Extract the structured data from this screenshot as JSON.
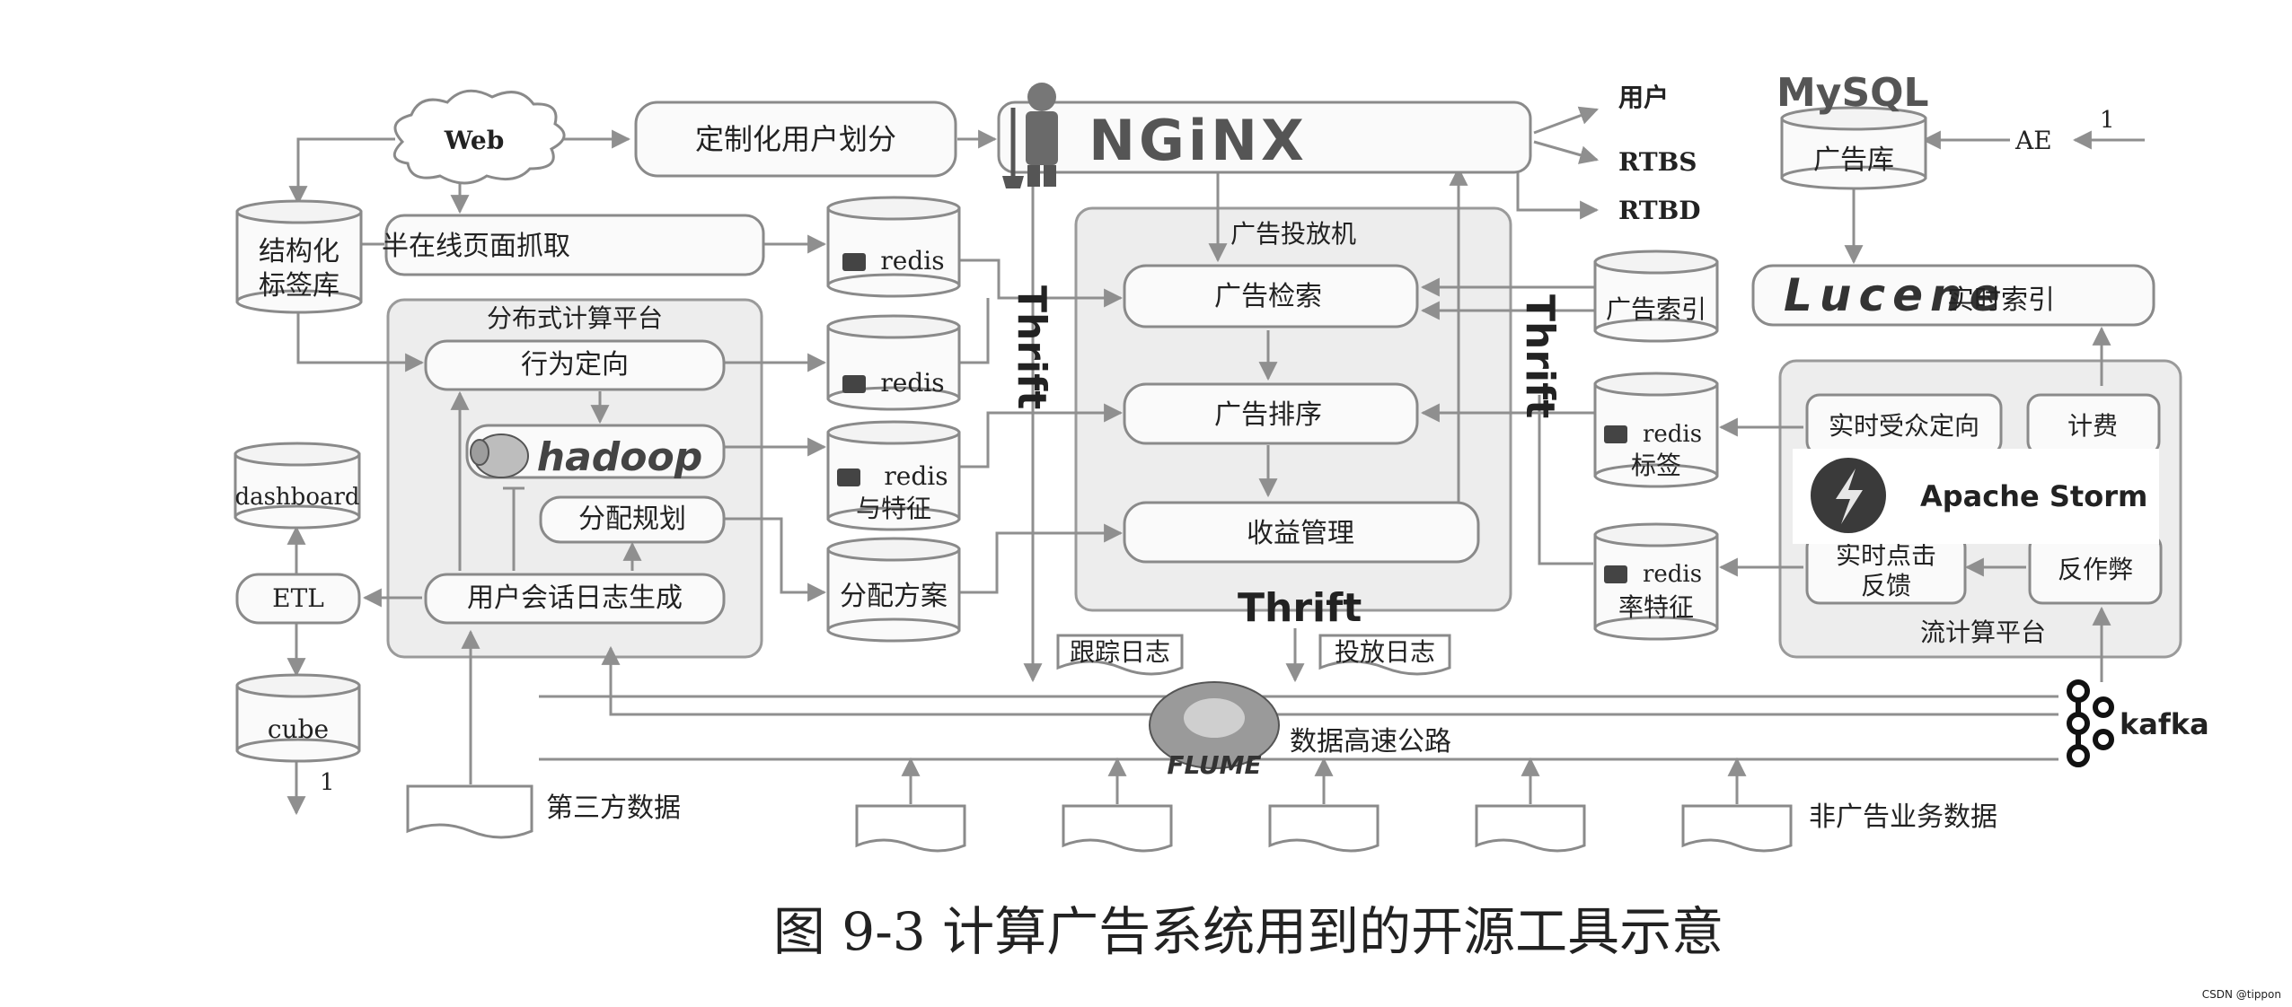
{
  "caption": "图 9-3  计算广告系统用到的开源工具示意",
  "watermark": "CSDN @tippon",
  "nodes": {
    "web": "Web",
    "custom_user_split": "定制化用户划分",
    "nginx": "NGiNX",
    "user": "用户",
    "rtbs": "RTBS",
    "rtbd": "RTBD",
    "mysql": "MySQL",
    "ad_db": "广告库",
    "ae": "AE",
    "ae_num": "1",
    "struct_tag_db_1": "结构化",
    "struct_tag_db_2": "标签库",
    "semi_online_crawl": "半在线页面抓取",
    "redis": "redis",
    "dist_platform": "分布式计算平台",
    "behavior_targeting": "行为定向",
    "hadoop": "hadoop",
    "alloc_planning": "分配规划",
    "session_log_gen": "用户会话日志生成",
    "redis_feature_label": "与特征",
    "alloc_plan": "分配方案",
    "dashboard": "dashboard",
    "etl": "ETL",
    "cube": "cube",
    "cube_num": "1",
    "ad_server": "广告投放机",
    "ad_retrieval": "广告检索",
    "ad_ranking": "广告排序",
    "revenue_mgmt": "收益管理",
    "thrift": "Thrift",
    "ad_index": "广告索引",
    "lucene": "Lucene",
    "realtime_index": "实时索引",
    "redis_tag_label": "标签",
    "redis_rate_label": "率特征",
    "realtime_audience": "实时受众定向",
    "billing": "计费",
    "apache_storm": "Apache Storm",
    "realtime_click_1": "实时点击",
    "realtime_click_2": "反馈",
    "anti_fraud": "反作弊",
    "stream_platform": "流计算平台",
    "tracking_log": "跟踪日志",
    "delivery_log": "投放日志",
    "data_highway": "数据高速公路",
    "flume": "FLUME",
    "kafka": "kafka",
    "third_party_data": "第三方数据",
    "non_ad_data": "非广告业务数据"
  }
}
